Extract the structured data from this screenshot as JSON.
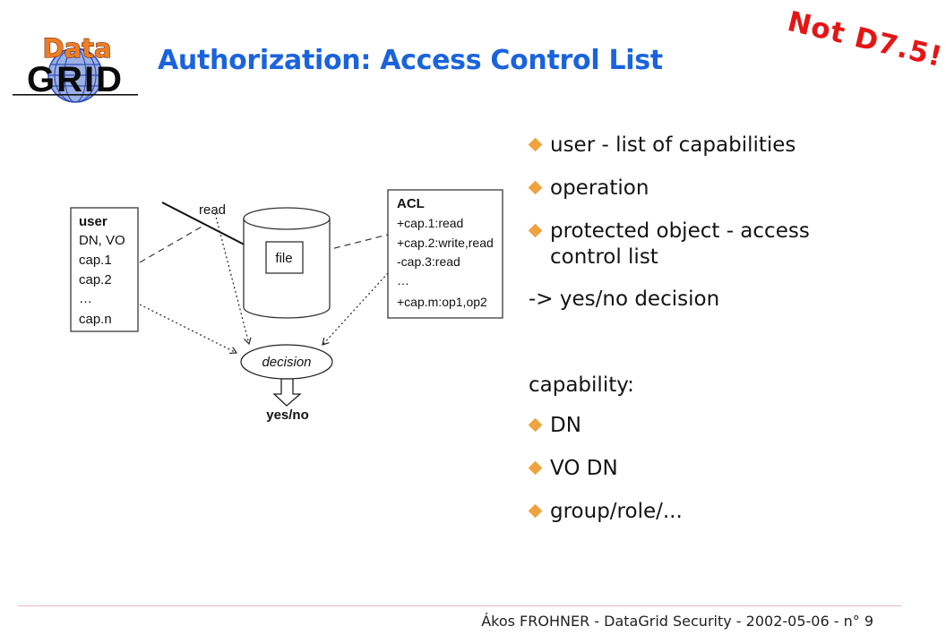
{
  "slide": {
    "title": "Authorization: Access Control List",
    "note": "Not D7.5!",
    "footer": "Ákos FROHNER - DataGrid Security - 2002-05-06 - n° 9"
  },
  "logo": {
    "line1": "Data",
    "line2": "GRID"
  },
  "bullets": {
    "top": [
      {
        "marker": true,
        "text": "user - list of capabilities"
      },
      {
        "marker": true,
        "text": "operation"
      },
      {
        "marker": true,
        "text": "protected object - access control list"
      },
      {
        "marker": false,
        "text": "-> yes/no decision"
      }
    ],
    "bottom": [
      {
        "marker": false,
        "text": "capability:"
      },
      {
        "marker": true,
        "text": "DN"
      },
      {
        "marker": true,
        "text": "VO DN"
      },
      {
        "marker": true,
        "text": "group/role/..."
      }
    ]
  },
  "diagram": {
    "user_box": {
      "title": "user",
      "lines": [
        "DN, VO",
        "cap.1",
        "cap.2",
        "…",
        "cap.n"
      ]
    },
    "acl_box": {
      "title": "ACL",
      "lines": [
        "+cap.1:read",
        "+cap.2:write,read",
        "-cap.3:read",
        "…",
        "+cap.m:op1,op2"
      ]
    },
    "file_label": "file",
    "read_label": "read",
    "decision_label": "decision",
    "yesno_label": "yes/no"
  },
  "colors": {
    "title_blue": "#1a63dd",
    "note_red": "#e51515",
    "bullet_orange": "#efa23d",
    "logo_data_orange": "#ef7d23",
    "globe_blue": "#2f4db4",
    "footer_line_pink": "#e7b6c1"
  }
}
